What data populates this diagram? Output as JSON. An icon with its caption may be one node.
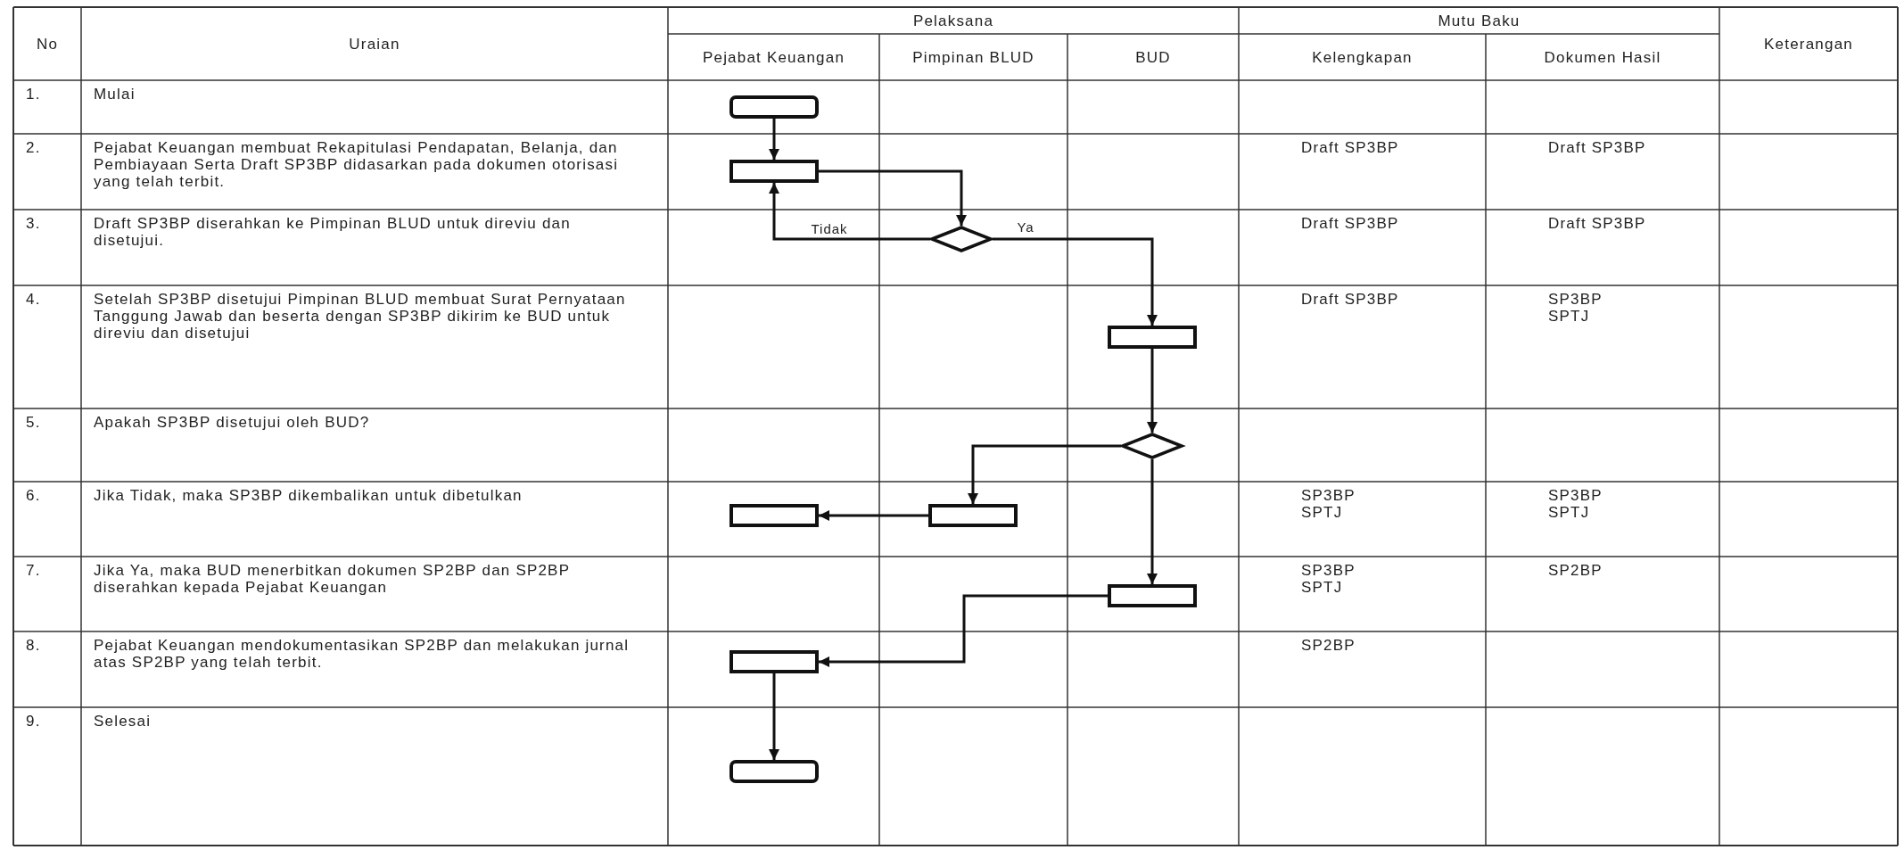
{
  "diagram": {
    "nodes": [
      {
        "text": [],
        "shape": "box"
      },
      {
        "text": [],
        "shape": "box"
      },
      {
        "text": [],
        "shape": "diamond"
      },
      {
        "text": [],
        "shape": "box"
      },
      {
        "text": [],
        "shape": "diamond"
      },
      {
        "text": [],
        "shape": "box"
      },
      {
        "text": [],
        "shape": "box"
      },
      {
        "text": [],
        "shape": "box"
      },
      {
        "text": [],
        "shape": "box"
      },
      {
        "text": [],
        "shape": "box"
      }
    ],
    "edges": [
      {
        "from": 0,
        "to": 1,
        "arrow": "to"
      },
      {
        "from": 1,
        "to": 2,
        "arrow": "to"
      },
      {
        "from": 2,
        "to": 1,
        "arrow": "to",
        "label": "Tidak"
      },
      {
        "from": 2,
        "to": 3,
        "arrow": "to",
        "label": "Ya"
      },
      {
        "from": 3,
        "to": 4,
        "arrow": "to"
      },
      {
        "from": 4,
        "to": 6,
        "arrow": "to"
      },
      {
        "from": 6,
        "to": 5,
        "arrow": "to"
      },
      {
        "from": 4,
        "to": 7,
        "arrow": "to"
      },
      {
        "from": 7,
        "to": 8,
        "arrow": "to"
      },
      {
        "from": 8,
        "to": 9,
        "arrow": "to"
      }
    ],
    "labels": [
      "No",
      "Uraian",
      "Pelaksana",
      "Mutu Baku",
      "Keterangan",
      "Pejabat Keuangan",
      "Pimpinan BLUD",
      "BUD",
      "Kelengkapan",
      "Dokumen Hasil",
      "1.",
      "Mulai",
      "2.",
      "Pejabat Keuangan membuat Rekapitulasi Pendapatan, Belanja, dan Pembiayaan Serta Draft SP3BP didasarkan pada dokumen otorisasi yang telah terbit.",
      "Draft SP3BP",
      "Draft SP3BP",
      "3.",
      "Draft SP3BP diserahkan ke Pimpinan BLUD untuk direviu dan disetujui.",
      "Draft SP3BP",
      "Draft SP3BP",
      "4.",
      "Setelah SP3BP disetujui Pimpinan BLUD membuat Surat Pernyataan Tanggung Jawab dan beserta dengan SP3BP dikirim ke BUD untuk direviu dan disetujui",
      "Draft SP3BP",
      "SP3BP",
      "SPTJ",
      "5.",
      "Apakah SP3BP disetujui oleh BUD?",
      "6.",
      "Jika Tidak, maka SP3BP dikembalikan untuk dibetulkan",
      "SP3BP",
      "SPTJ",
      "SP3BP",
      "SPTJ",
      "7.",
      "Jika Ya, maka BUD menerbitkan dokumen SP2BP dan SP2BP diserahkan kepada Pejabat Keuangan",
      "SP3BP",
      "SPTJ",
      "SP2BP",
      "8.",
      "Pejabat Keuangan mendokumentasikan SP2BP dan melakukan jurnal atas SP2BP yang telah terbit.",
      "SP2BP",
      "9.",
      "Selesai"
    ]
  }
}
